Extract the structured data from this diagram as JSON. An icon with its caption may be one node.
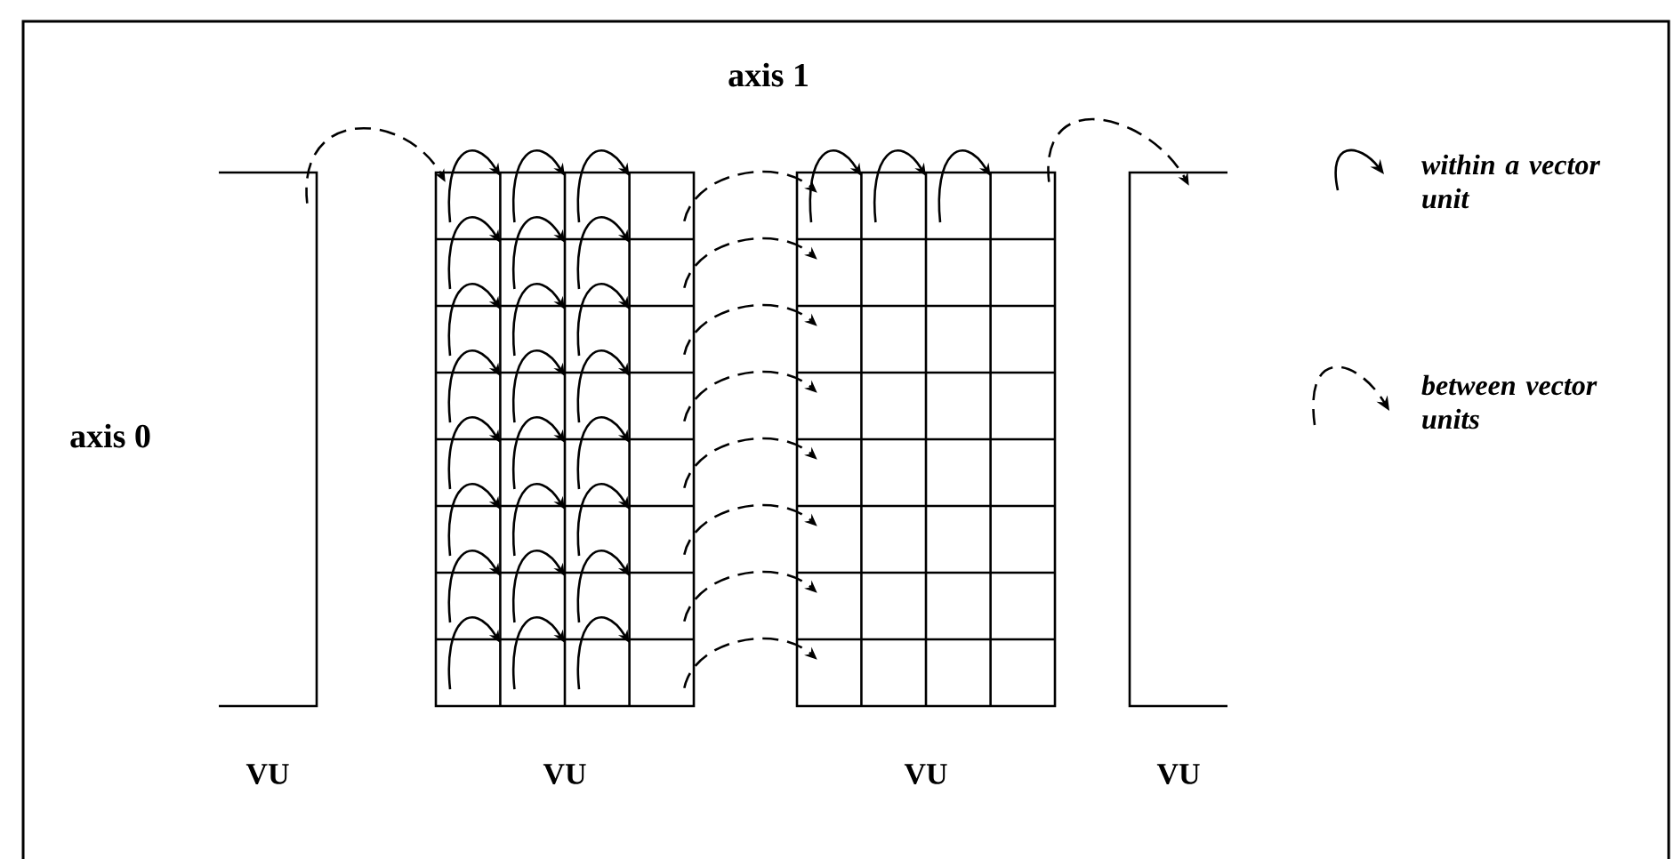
{
  "diagram": {
    "nodes": [
      {
        "text": [
          "VU"
        ]
      },
      {
        "text": [
          "VU"
        ]
      },
      {
        "text": [
          "VU"
        ]
      },
      {
        "text": [
          "VU"
        ]
      }
    ],
    "edges": [
      {
        "from": 0,
        "to": 1,
        "arrow": "to",
        "style": "dashed"
      },
      {
        "from": 1,
        "to": 2,
        "arrow": "to",
        "style": "dashed"
      },
      {
        "from": 1,
        "to": 2,
        "arrow": "to",
        "style": "dashed"
      },
      {
        "from": 1,
        "to": 2,
        "arrow": "to",
        "style": "dashed"
      },
      {
        "from": 1,
        "to": 2,
        "arrow": "to",
        "style": "dashed"
      },
      {
        "from": 1,
        "to": 2,
        "arrow": "to",
        "style": "dashed"
      },
      {
        "from": 1,
        "to": 2,
        "arrow": "to",
        "style": "dashed"
      },
      {
        "from": 1,
        "to": 2,
        "arrow": "to",
        "style": "dashed"
      },
      {
        "from": 1,
        "to": 2,
        "arrow": "to",
        "style": "dashed"
      },
      {
        "from": 2,
        "to": 3,
        "arrow": "to",
        "style": "dashed"
      }
    ],
    "labels": [
      "axis 1",
      "axis 0"
    ],
    "legend": [
      {
        "text": "within a vector unit"
      },
      {
        "text": "between vector units"
      }
    ]
  }
}
